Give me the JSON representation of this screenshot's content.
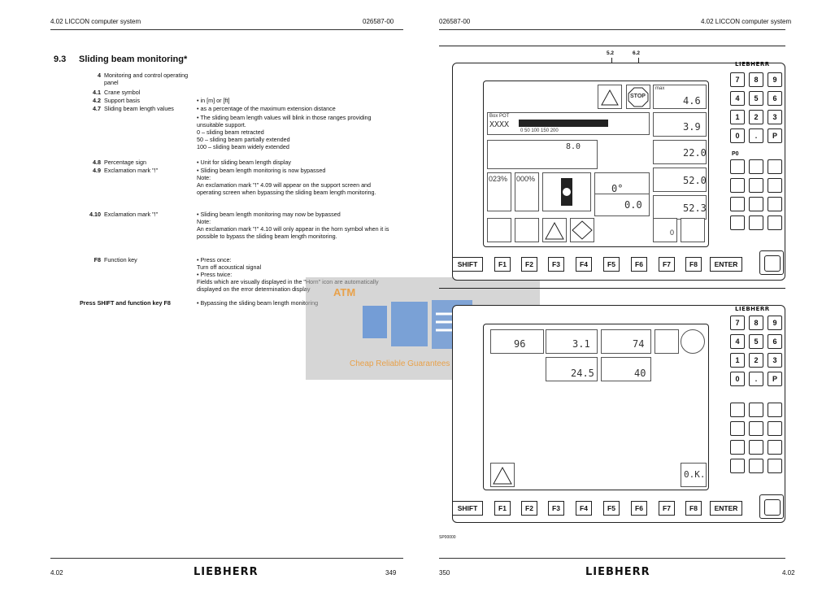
{
  "left_page": {
    "header_left": "4.02 LICCON computer system",
    "header_right": "026587-00",
    "section_number": "9.3",
    "section_title": "Sliding beam monitoring*",
    "rows": [
      {
        "num": "4",
        "label": "Monitoring and control operating panel",
        "desc": ""
      },
      {
        "num": "4.1",
        "label": "Crane symbol",
        "desc": ""
      },
      {
        "num": "4.2",
        "label": "Support basis",
        "desc": "• in [m] or [ft]"
      },
      {
        "num": "4.7",
        "label": "Sliding beam length values",
        "desc": "• as a percentage of the maximum extension distance"
      },
      {
        "num": "",
        "label": "",
        "desc": "• The sliding beam length values will blink in those ranges providing unsuitable support."
      },
      {
        "num": "",
        "label": "",
        "desc": "0 – sliding beam retracted"
      },
      {
        "num": "",
        "label": "",
        "desc": "50 – sliding beam partially extended"
      },
      {
        "num": "",
        "label": "",
        "desc": "100 – sliding beam widely extended"
      },
      {
        "num": "4.8",
        "label": "Percentage sign",
        "desc": "• Unit for sliding beam length display"
      },
      {
        "num": "4.9",
        "label": "Exclamation mark \"!\"",
        "desc": "• Sliding beam length monitoring is now bypassed"
      },
      {
        "num": "",
        "label": "",
        "desc": "Note:"
      },
      {
        "num": "",
        "label": "",
        "desc": "An exclamation mark \"!\" 4.09 will appear on the support screen and operating screen when bypassing the sliding beam length monitoring."
      },
      {
        "num": "4.10",
        "label": "Exclamation mark \"!\"",
        "desc": "• Sliding beam length monitoring may now be bypassed"
      },
      {
        "num": "",
        "label": "",
        "desc": "Note:"
      },
      {
        "num": "",
        "label": "",
        "desc": "An exclamation mark \"!\" 4.10 will only appear in the horn symbol when it is possible to bypass the sliding beam length monitoring."
      },
      {
        "num": "F8",
        "label": "Function key",
        "desc": "• Press once:"
      },
      {
        "num": "",
        "label": "",
        "desc": "Turn off acoustical signal"
      },
      {
        "num": "",
        "label": "",
        "desc": "• Press twice:"
      },
      {
        "num": "",
        "label": "",
        "desc": "Fields which are visually displayed in the \"Horn\" icon are automatically displayed on the error determination display"
      },
      {
        "num": "Press SHIFT and function key F8",
        "label": "",
        "desc": "• Bypassing the sliding beam length monitoring"
      }
    ],
    "footer_left": "4.02",
    "footer_logo": "LIEBHERR",
    "footer_page": "349"
  },
  "watermark": {
    "brand": "ATM",
    "tagline": "Cheap Reliable Guarantees"
  },
  "right_page": {
    "header_left": "026587-00",
    "header_right": "4.02 LICCON computer system",
    "callouts": [
      "5.2",
      "6.2"
    ],
    "panel_logo": "LIEBHERR",
    "keypad": [
      "7",
      "8",
      "9",
      "4",
      "5",
      "6",
      "1",
      "2",
      "3",
      "0",
      ".",
      "P"
    ],
    "p0_label": "P0",
    "func_keys": [
      "SHIFT",
      "F1",
      "F2",
      "F3",
      "F4",
      "F5",
      "F6",
      "F7",
      "F8",
      "ENTER"
    ],
    "top_screen": {
      "max_label": "max",
      "val_1": "4.6",
      "val_2": "3.9",
      "val_3": "22.0",
      "val_4": "52.0",
      "val_5": "52.3",
      "val_6": "0.0",
      "val_7": "8.0",
      "angle_1": "0°",
      "stop_label": "STOP",
      "box_label": "Box POT",
      "pct_a": "023%",
      "pct_b": "000%",
      "ok_val": "0",
      "scale": "0    50   100  150  200"
    },
    "bottom_screen": {
      "fuel": "96",
      "oil_pressure": "3.1",
      "coolant": "74",
      "battery": "24.5",
      "oil_temp": "40",
      "ok_label": "0.K."
    },
    "figure_id": "SP00000",
    "footer_page": "350",
    "footer_logo": "LIEBHERR",
    "footer_right": "4.02"
  }
}
